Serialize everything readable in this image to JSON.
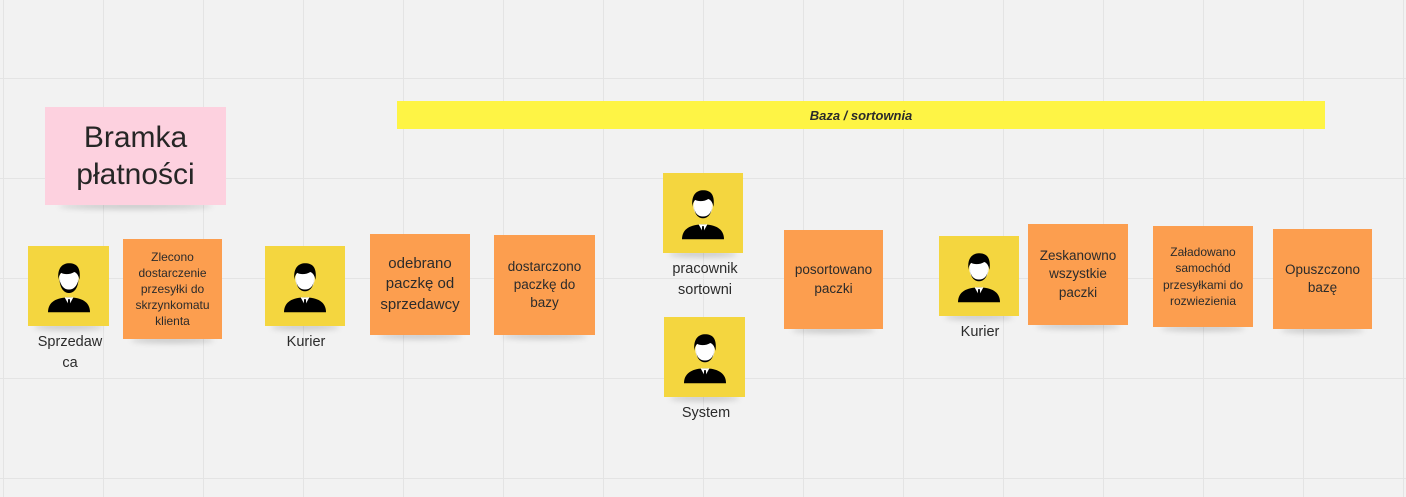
{
  "banner": "Baza / sortownia",
  "payment_gate": "Bramka płatności",
  "actors": [
    {
      "name": "Sprzedawca_label",
      "label": "Sprzedaw\nca",
      "icon": "person-icon"
    },
    {
      "label": "Kurier",
      "icon": "person-icon"
    },
    {
      "label": "pracownik sortowni",
      "icon": "person-icon"
    },
    {
      "label": "System",
      "icon": "person-icon"
    },
    {
      "label": "Kurier",
      "icon": "person-icon"
    }
  ],
  "events": [
    "Zlecono dostarczenie przesyłki do skrzynkomatu klienta",
    "odebrano paczkę od sprzedawcy",
    "dostarczono paczkę do bazy",
    "posortowano paczki",
    "Zeskanowno wszystkie paczki",
    "Załadowano samochód przesyłkami do rozwiezienia",
    "Opuszczono bazę"
  ],
  "colors": {
    "event": "#fc9e4f",
    "actor": "#f4d63f",
    "external_system": "#fdd1df",
    "banner": "#fef445"
  }
}
